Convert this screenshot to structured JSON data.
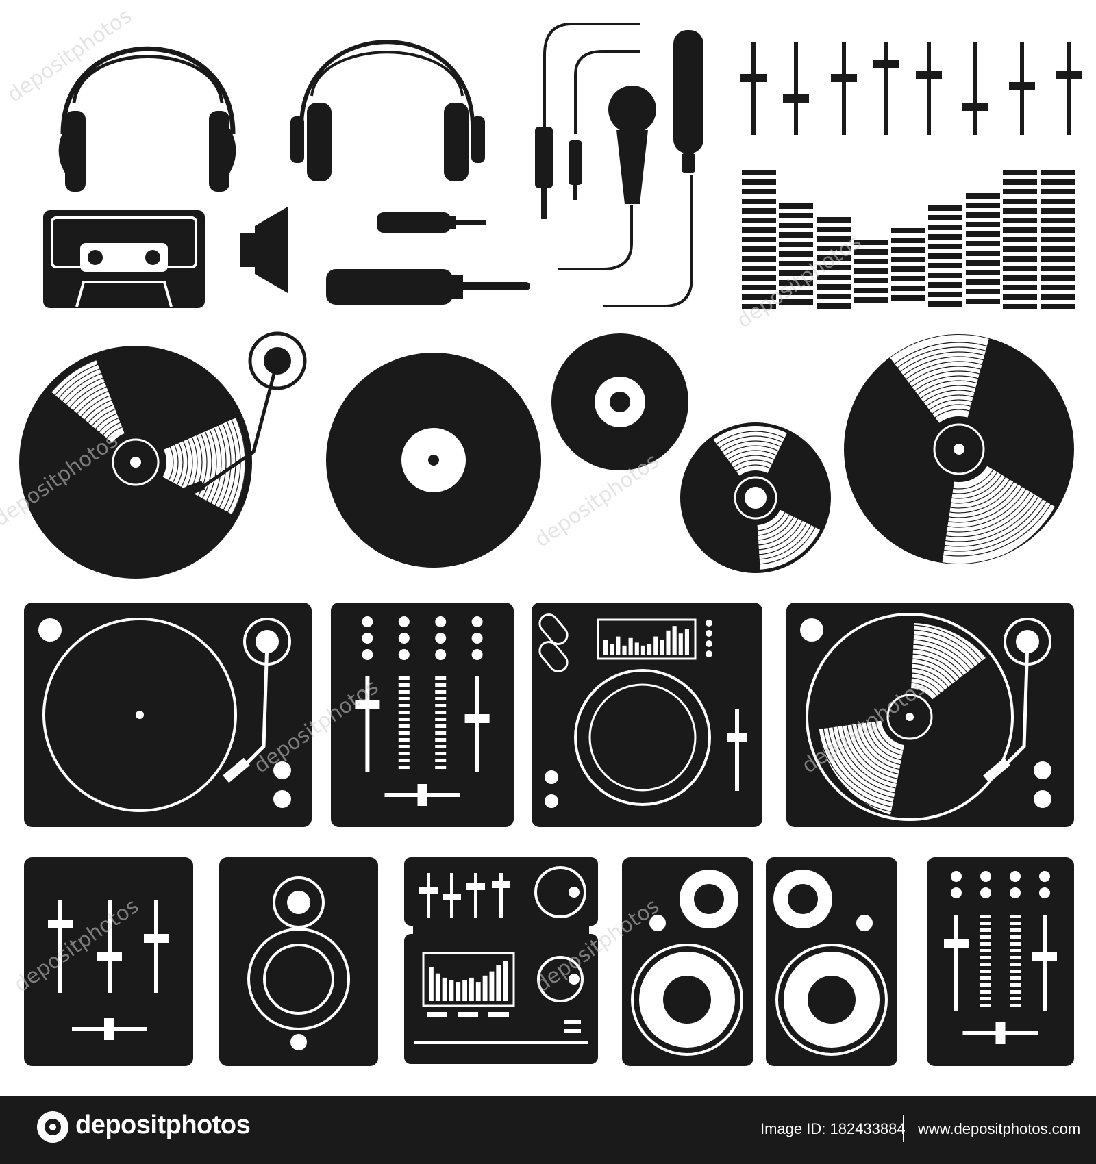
{
  "watermark": {
    "text": "depositphotos"
  },
  "footer": {
    "brand": "depositphotos",
    "image_id": "Image ID: 182433884",
    "url": "www.depositphotos.com"
  },
  "colors": {
    "ink": "#1a1a1a",
    "background": "#ffffff"
  },
  "icons": [
    "headphones-icon",
    "headphones-outline-icon",
    "audio-cable-icon",
    "microphone-icon",
    "equalizer-sliders-icon",
    "cassette-icon",
    "speaker-cone-icon",
    "audio-jack-icon",
    "level-meter-icon",
    "record-player-icon",
    "vinyl-record-icon",
    "cd-icon",
    "turntable-icon",
    "dj-mixer-icon",
    "cdj-player-icon",
    "mixer-sliders-icon",
    "loudspeaker-icon",
    "amplifier-stack-icon",
    "speaker-pair-icon"
  ]
}
